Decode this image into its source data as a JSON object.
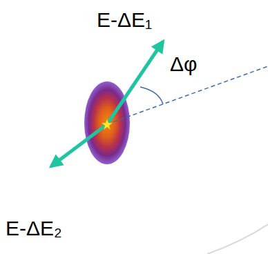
{
  "diagram": {
    "labels": [
      "E-ΔE₁",
      "E-ΔE₂",
      "Δφ"
    ]
  }
}
